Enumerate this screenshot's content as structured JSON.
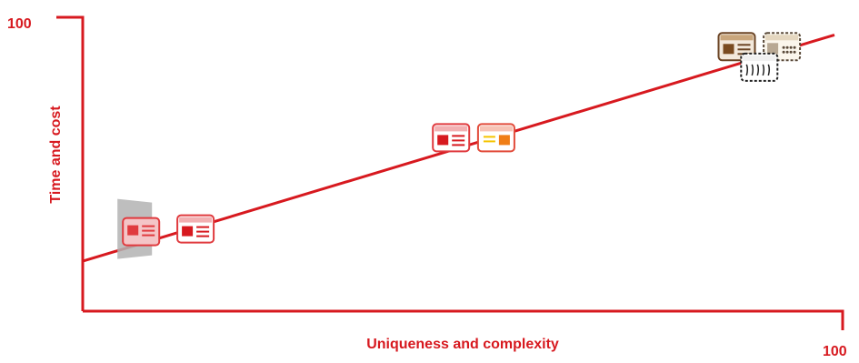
{
  "chart_data": {
    "type": "line",
    "title": "",
    "xlabel": "Uniqueness and complexity",
    "ylabel": "Time and cost",
    "x_tick_labels": [
      "100"
    ],
    "y_tick_labels": [
      "100"
    ],
    "xlim": [
      0,
      100
    ],
    "ylim": [
      0,
      100
    ],
    "grid": false,
    "series": [
      {
        "x": [
          0,
          100
        ],
        "y": [
          17,
          94
        ]
      }
    ],
    "colors": {
      "line": "#d7191f",
      "axis": "#d7191f",
      "text": "#d7191f"
    },
    "icons": [
      {
        "name": "grey-card-stack-icon",
        "x": 8,
        "y": 28,
        "style": "grey"
      },
      {
        "name": "red-card-icon",
        "x": 15,
        "y": 28,
        "style": "red"
      },
      {
        "name": "red-card-icon",
        "x": 49,
        "y": 59,
        "style": "red"
      },
      {
        "name": "orange-card-icon",
        "x": 55,
        "y": 59,
        "style": "orange"
      },
      {
        "name": "brown-card-icon",
        "x": 87,
        "y": 90,
        "style": "brown"
      },
      {
        "name": "patterned-card-icon",
        "x": 93,
        "y": 90,
        "style": "pattern"
      },
      {
        "name": "dashed-card-icon",
        "x": 90,
        "y": 83,
        "style": "dashed"
      }
    ]
  }
}
